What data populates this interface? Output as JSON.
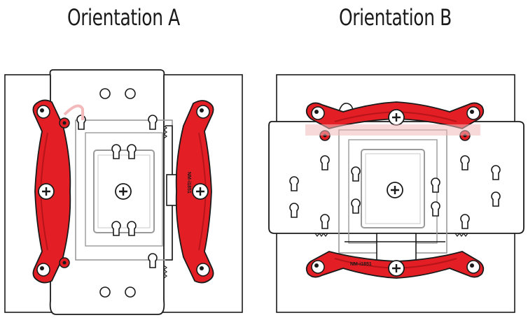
{
  "titles": {
    "a": "Orientation A",
    "b": "Orientation B"
  },
  "bracket_text": "NM-i1851",
  "colors": {
    "bracket": "#e31e24",
    "bracket_dark": "#b5151a",
    "bracket_fade": "#f3b9bb",
    "line": "#1a1a1a",
    "outline": "#9a9a9a",
    "background": "#ffffff"
  }
}
